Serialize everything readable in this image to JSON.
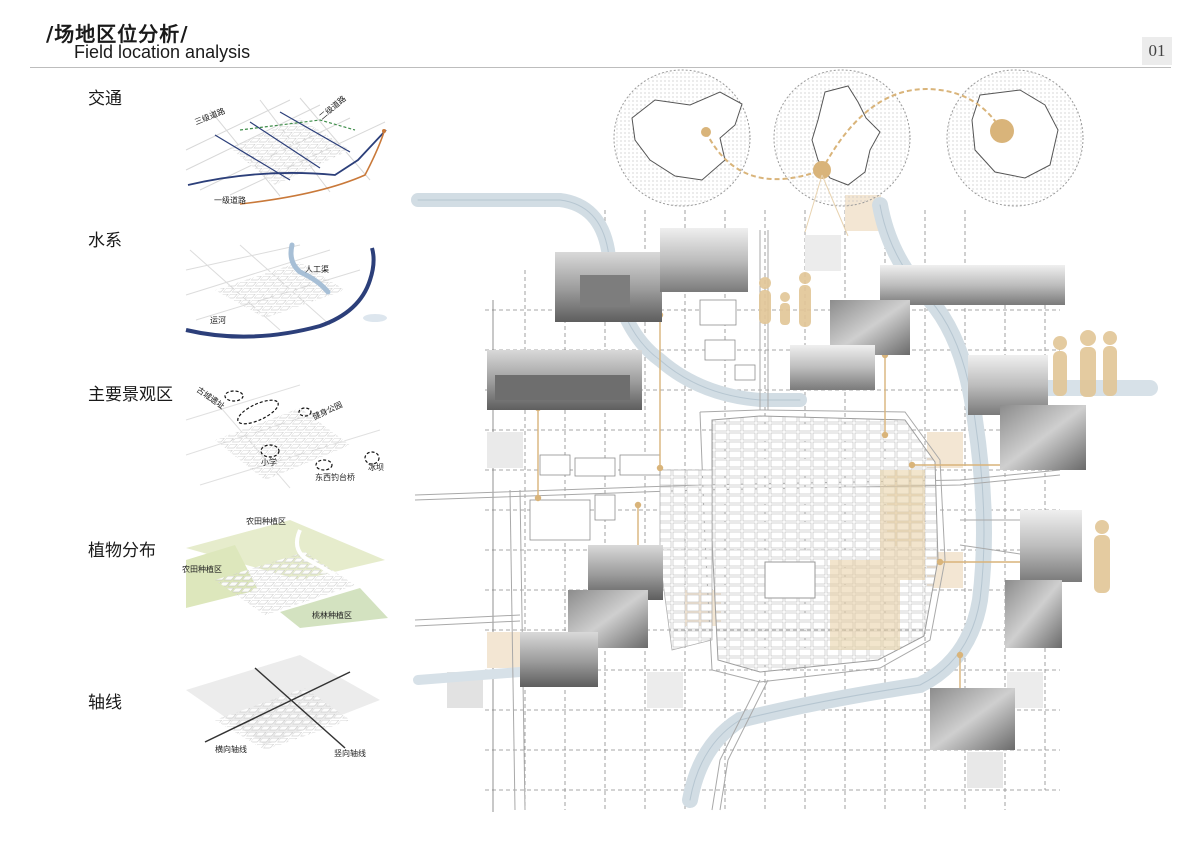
{
  "header": {
    "title_cn": "/场地区位分析/",
    "title_en": "Field location analysis",
    "page_number": "01"
  },
  "sections": {
    "traffic": {
      "heading": "交通",
      "labels": {
        "tertiary_road": "三级道路",
        "secondary_road": "二级道路",
        "primary_road": "一级道路"
      }
    },
    "water": {
      "heading": "水系",
      "labels": {
        "artificial_canal": "人工渠",
        "canal": "运河"
      }
    },
    "landscape": {
      "heading": "主要景观区",
      "labels": {
        "ancient_city_ruins": "古城遗址",
        "fitness_park": "健身公园",
        "school": "小学",
        "bridge": "东西钓台桥",
        "ice_dam": "冰坝"
      }
    },
    "vegetation": {
      "heading": "植物分布",
      "labels": {
        "farmland_north": "农田种植区",
        "farmland_west": "农田种植区",
        "peach_grove": "桃林种植区"
      }
    },
    "axis": {
      "heading": "轴线",
      "labels": {
        "horizontal_axis": "横向轴线",
        "vertical_axis": "竖向轴线"
      }
    }
  },
  "colors": {
    "accent_gold": "#d9b47a",
    "river_blue": "#c9d6de",
    "road_navy": "#2c3f7a",
    "road_orange": "#c9793a",
    "road_green": "#3f8d4a",
    "farmland_green": "#e6eccc",
    "grove_green": "#d3e2c0"
  }
}
